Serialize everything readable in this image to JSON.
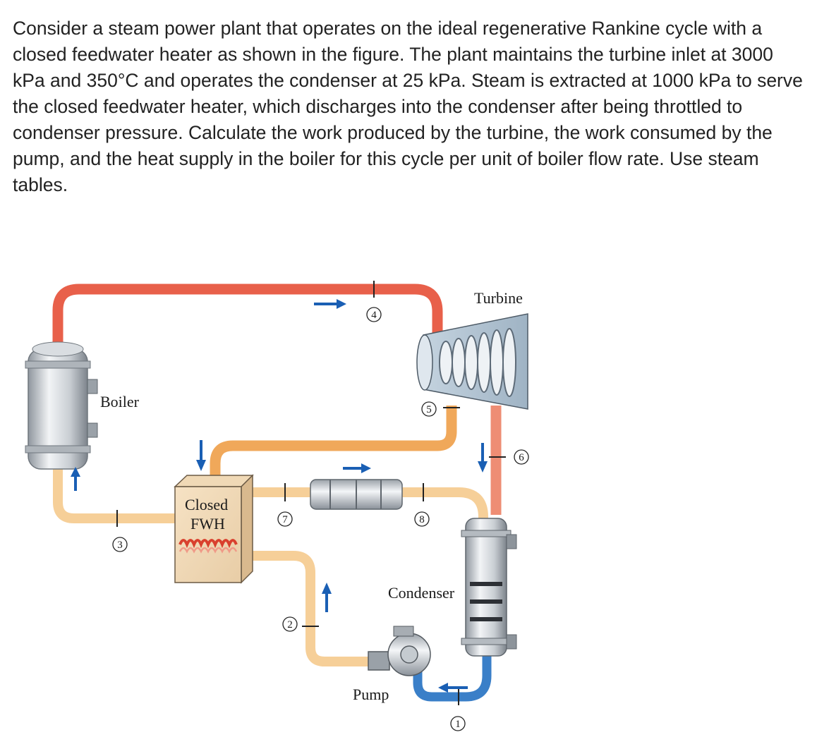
{
  "problem": {
    "text": "Consider a steam power plant that operates on the ideal regenerative Rankine cycle with a closed feedwater heater as shown in the figure. The plant maintains the turbine inlet at 3000 kPa and 350°C and operates the condenser at 25 kPa. Steam is extracted at 1000 kPa to serve the closed feedwater heater, which discharges into the condenser after being throttled to condenser pressure. Calculate the work produced by the turbine, the work consumed by the pump, and the heat supply in the boiler for this cycle per unit of boiler flow rate. Use steam tables."
  },
  "diagram": {
    "labels": {
      "turbine": "Turbine",
      "boiler": "Boiler",
      "fwh_line1": "Closed",
      "fwh_line2": "FWH",
      "condenser": "Condenser",
      "pump": "Pump"
    },
    "states": {
      "s1": "1",
      "s2": "2",
      "s3": "3",
      "s4": "4",
      "s5": "5",
      "s6": "6",
      "s7": "7",
      "s8": "8"
    },
    "colors": {
      "hot_steam": "#e8604a",
      "extraction": "#f0a85a",
      "feedwater": "#f6cf98",
      "cold_water": "#3a7fc8",
      "flow_arrow": "#1a5fb4"
    }
  }
}
